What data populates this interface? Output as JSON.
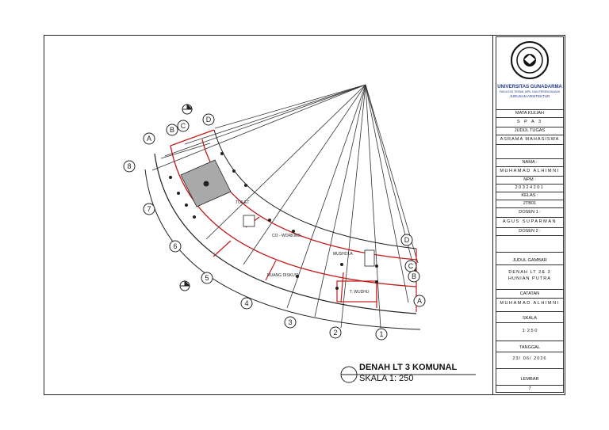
{
  "drawing": {
    "title": "DENAH LT 3 KOMUNAL",
    "scale_text": "SKALA 1: 250",
    "grid_labels": [
      "A",
      "B",
      "C",
      "D",
      "1",
      "2",
      "3",
      "4",
      "5",
      "6",
      "7",
      "8"
    ],
    "rooms": [
      "TOILET",
      "CO - WORKING",
      "MUSHOLA",
      "RUANG DISKUSI",
      "T. WUDHU"
    ]
  },
  "title_block": {
    "university": "UNIVERSITAS GUNADARMA",
    "faculty": "FAKULTAS TEKNIK SIPIL DAN PERENCANAAN",
    "department": "JURUSAN ARSITEKTUR",
    "course_label": "MATA KULIAH",
    "course_value": "S P A   3",
    "task_label": "JUDUL TUGAS",
    "task_value": "ASRAMA MAHASISWA",
    "name_label": "NAMA :",
    "name_value": "MUHAMAD ALHIMNI",
    "npm_label": "NPM :",
    "npm_value": "20324201",
    "class_label": "KELAS :",
    "class_value": "2TB01",
    "lecturer1_label": "DOSEN 1 :",
    "lecturer1_value": "AGUS SUPARMAN",
    "lecturer2_label": "DOSEN 2 :",
    "lecturer2_value": "",
    "drawing_title_label": "JUDUL GAMBAR",
    "drawing_title_value_1": "DENAH LT 2& 3",
    "drawing_title_value_2": "HUNIAN PUTRA",
    "notes_label": "CATATAN",
    "notes_value": "MUHAMAD ALHIMNI",
    "scale_label": "SKALA",
    "scale_value": "1:  2 5 0",
    "date_label": "TANGGAL",
    "date_value": "23/ 06/ 2026",
    "sheet_label": "LEMBAR",
    "sheet_value": "7"
  }
}
